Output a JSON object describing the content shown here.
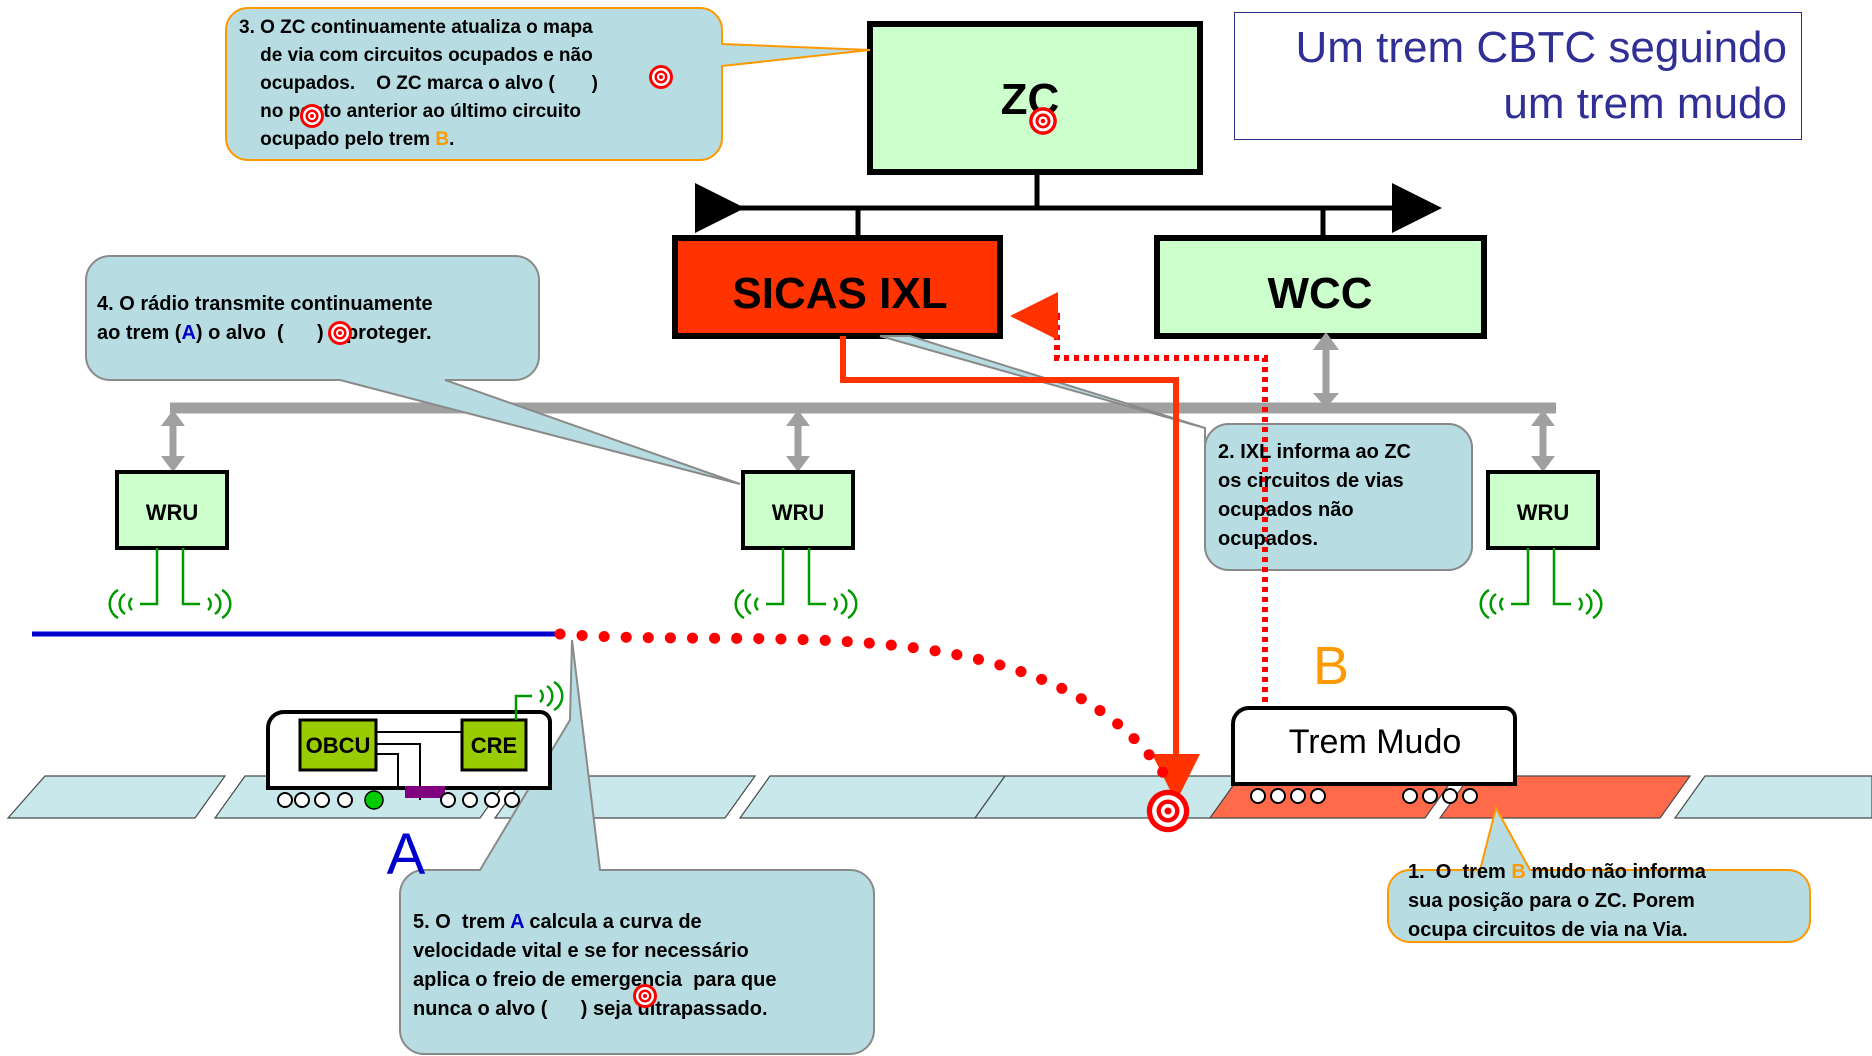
{
  "title": {
    "line1": "Um trem CBTC seguindo",
    "line2": "um trem mudo"
  },
  "boxes": {
    "zc": "ZC",
    "sicas": "SICAS IXL",
    "wcc": "WCC",
    "wru_left": "WRU",
    "wru_mid": "WRU",
    "wru_right": "WRU",
    "obcu": "OBCU",
    "cre": "CRE",
    "trem_mudo": "Trem Mudo"
  },
  "train_labels": {
    "a": "A",
    "b": "B"
  },
  "callouts": {
    "c1": {
      "prefix": "1.  O  trem ",
      "emph": "B",
      "suffix": " mudo não informa",
      "line2": "sua posição para o ZC. Porem",
      "line3": "ocupa circuitos de via na Via."
    },
    "c2": {
      "line1": "2. IXL informa ao ZC",
      "line2": "os circuitos de vias",
      "line3": "ocupados não",
      "line4": "ocupados."
    },
    "c3": {
      "line1": "3. O ZC continuamente atualiza o mapa",
      "line2": "    de via com circuitos ocupados e não",
      "line3": "    ocupados.    O ZC marca o alvo (       )",
      "line4": "    no ponto anterior ao último circuito",
      "line5_prefix": "    ocupado pelo trem ",
      "line5_emph": "B",
      "line5_suffix": "."
    },
    "c4": {
      "line1": "4. O rádio transmite continuamente",
      "line2_prefix": "ao trem (",
      "line2_emph": "A",
      "line2_suffix": ") o alvo  (      ) a proteger."
    },
    "c5": {
      "line1_prefix": "5. O  trem ",
      "line1_emph": "A",
      "line1_suffix": " calcula a curva de",
      "line2": "velocidade vital e se for necessário",
      "line3": "aplica o freio de emergencia  para que",
      "line4": "nunca o alvo (      ) seja ultrapassado."
    }
  },
  "colors": {
    "box_green": "#ccffcc",
    "sicas_red": "#ff3300",
    "callout_fill": "#b7dde3",
    "orange": "#ff9900",
    "blue": "#0000cc",
    "track_fill": "#c8e8ec",
    "occupied_track": "#ff6b4a",
    "train_component": "#99cc00",
    "radio_green": "#009900",
    "target_red": "#ff0000"
  },
  "icons": [
    "target-icon",
    "radio-wave-icon",
    "bidirectional-arrow-icon"
  ]
}
